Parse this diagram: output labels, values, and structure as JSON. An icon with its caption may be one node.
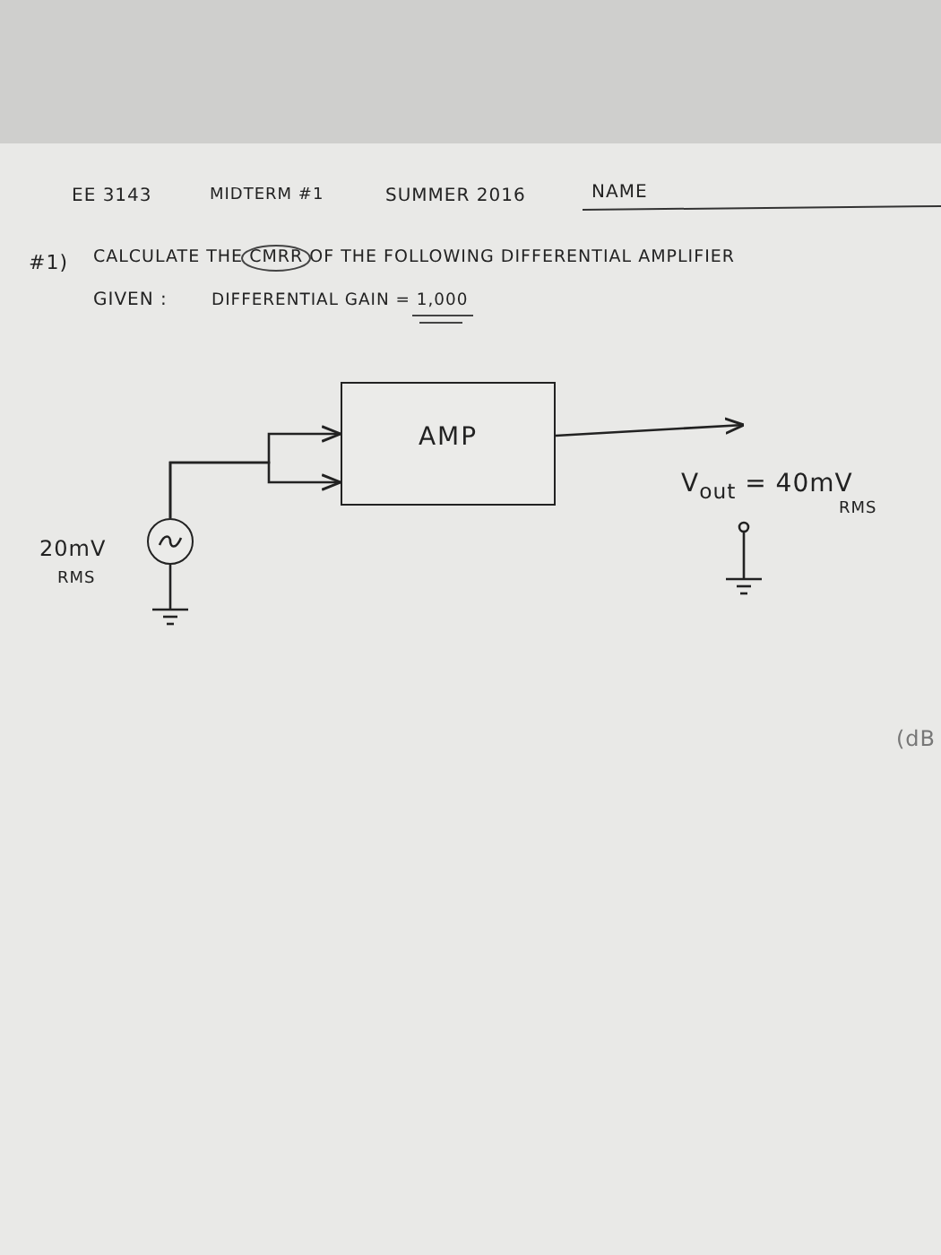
{
  "diagram": {
    "nodes": [
      {
        "text": [
          "AMP"
        ]
      },
      {
        "text": [],
        "shape": "circle",
        "beside": [
          "20mV",
          "RMS"
        ]
      }
    ],
    "edges": [
      {
        "from": 1,
        "to": 0,
        "arrow": "to"
      },
      {
        "from": 1,
        "to": 0,
        "arrow": "to"
      },
      {
        "from": 0,
        "to": null,
        "arrow": "to"
      }
    ],
    "labels": [
      "EE 3143",
      "MIDTERM #1",
      "SUMMER 2016",
      "NAME",
      "#1)",
      "CALCULATE THE CMRR OF THE FOLLOWING DIFFERENTIAL AMPLIFIER",
      "GIVEN :",
      "DIFFERENTIAL GAIN = 1,000",
      "V$_{out}$ = 40mV",
      "RMS",
      "(dB"
    ]
  }
}
